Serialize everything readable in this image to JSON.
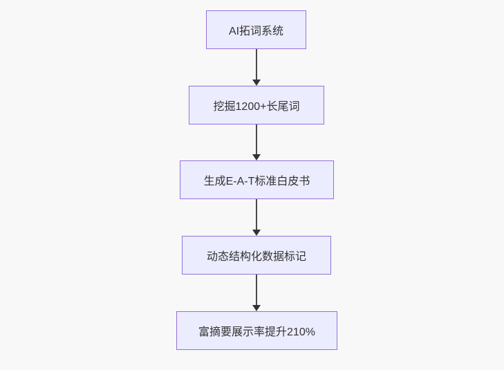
{
  "diagram": {
    "type": "flowchart",
    "direction": "top-down",
    "nodes": [
      {
        "id": "n1",
        "label": "AI拓词系统"
      },
      {
        "id": "n2",
        "label": "挖掘1200+长尾词"
      },
      {
        "id": "n3",
        "label": "生成E-A-T标准白皮书"
      },
      {
        "id": "n4",
        "label": "动态结构化数据标记"
      },
      {
        "id": "n5",
        "label": "富摘要展示率提升210%"
      }
    ],
    "edges": [
      {
        "from": "n1",
        "to": "n2"
      },
      {
        "from": "n2",
        "to": "n3"
      },
      {
        "from": "n3",
        "to": "n4"
      },
      {
        "from": "n4",
        "to": "n5"
      }
    ],
    "colors": {
      "node_fill": "#ECECFF",
      "node_border": "#9370DB",
      "arrow": "#333333",
      "text": "#333333",
      "background": "#F8F8F8"
    }
  }
}
